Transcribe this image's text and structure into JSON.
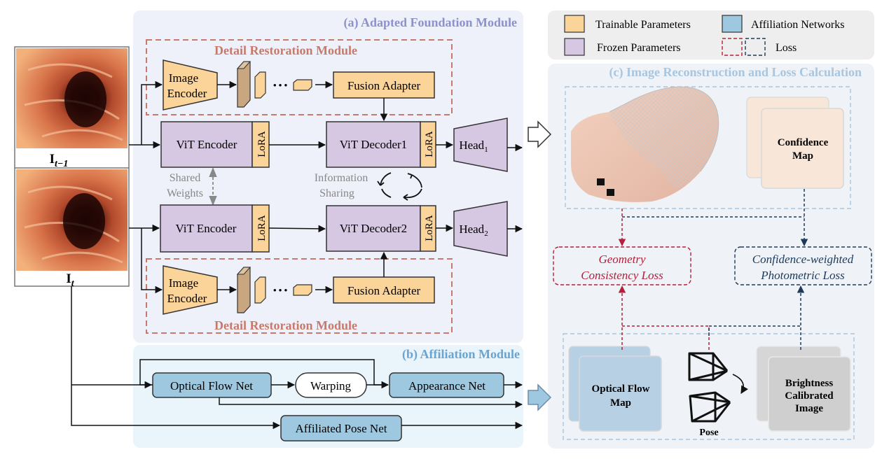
{
  "legend": {
    "trainable": "Trainable Parameters",
    "affiliation": "Affiliation Networks",
    "frozen": "Frozen Parameters",
    "loss": "Loss"
  },
  "module_a": {
    "title": "(a) Adapted Foundation Module",
    "detail_top": "Detail Restoration Module",
    "detail_bottom": "Detail Restoration Module",
    "image_encoder_1": "Image",
    "image_encoder_2": "Encoder",
    "fusion_adapter": "Fusion Adapter",
    "vit_encoder": "ViT Encoder",
    "lora": "LoRA",
    "vit_decoder1": "ViT Decoder1",
    "vit_decoder2": "ViT Decoder2",
    "head1_base": "Head",
    "head1_sub": "1",
    "head2_base": "Head",
    "head2_sub": "2",
    "shared_1": "Shared",
    "shared_2": "Weights",
    "info_1": "Information",
    "info_2": "Sharing",
    "dots": "• • •"
  },
  "frames": {
    "prev_label": "I",
    "prev_sub": "t−1",
    "curr_label": "I",
    "curr_sub": "t"
  },
  "module_b": {
    "title": "(b) Affiliation Module",
    "optical_flow_net": "Optical Flow Net",
    "warping": "Warping",
    "appearance_net": "Appearance Net",
    "pose_net": "Affiliated Pose Net"
  },
  "module_c": {
    "title": "(c) Image Reconstruction and Loss Calculation",
    "confidence_1": "Confidence",
    "confidence_2": "Map",
    "geometry_1": "Geometry",
    "geometry_2": "Consistency Loss",
    "photometric_1": "Confidence-weighted",
    "photometric_2": "Photometric Loss",
    "optical_1": "Optical Flow",
    "optical_2": "Map",
    "pose": "Pose",
    "brightness_1": "Brightness",
    "brightness_2": "Calibrated",
    "brightness_3": "Image"
  },
  "colors": {
    "trainable": "#fbd49a",
    "frozen": "#d6c8e2",
    "affiliation": "#9ec8df",
    "geometry_loss": "#b3203c",
    "photometric_loss": "#1d3a5c",
    "module_a_title": "#8c92cc",
    "module_b_title": "#6aa4cf",
    "module_c_title": "#a8c6df",
    "detail_title": "#c87a6a"
  }
}
